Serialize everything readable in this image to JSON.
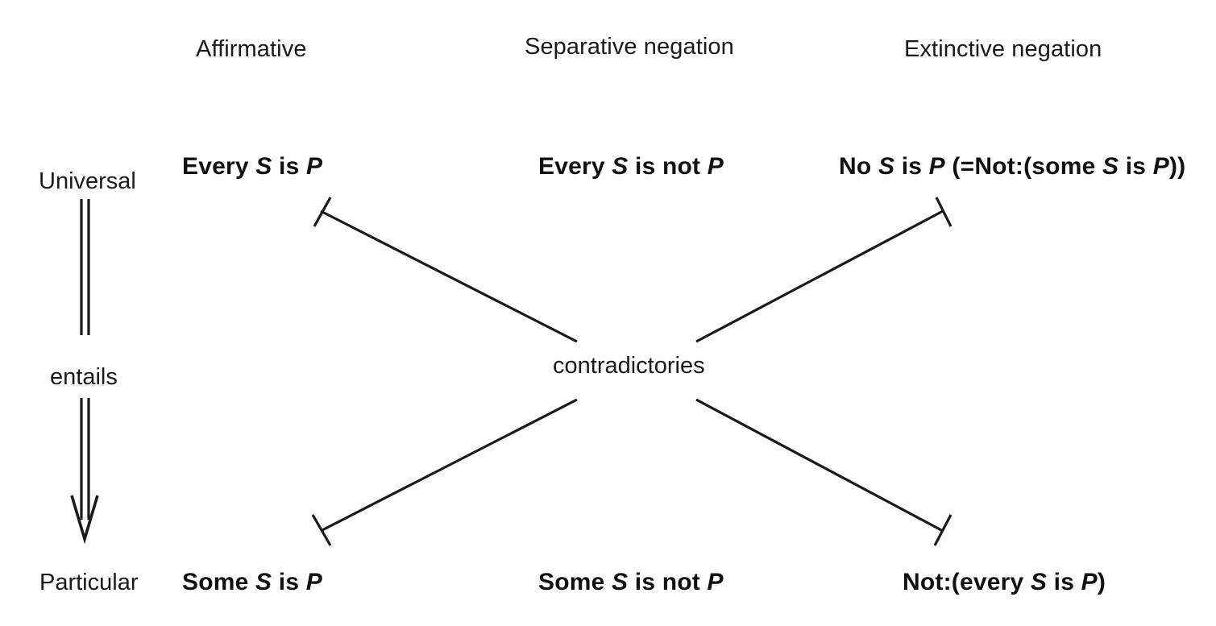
{
  "diagram": {
    "title_columns": [
      {
        "key": "affirmative",
        "label": "Affirmative"
      },
      {
        "key": "separative",
        "label": "Separative negation"
      },
      {
        "key": "extinctive",
        "label": "Extinctive negation"
      }
    ],
    "row_labels": {
      "top": "Universal",
      "relation": "entails",
      "bottom": "Particular"
    },
    "center_relation": "contradictories",
    "propositions": {
      "universal": [
        {
          "key": "every-s-is-p",
          "parts": [
            {
              "text": "Every ",
              "italic": false
            },
            {
              "text": "S",
              "italic": true
            },
            {
              "text": " is ",
              "italic": false
            },
            {
              "text": "P",
              "italic": true
            }
          ],
          "plain": "Every S is P"
        },
        {
          "key": "every-s-is-not-p",
          "parts": [
            {
              "text": "Every ",
              "italic": false
            },
            {
              "text": "S",
              "italic": true
            },
            {
              "text": " is not ",
              "italic": false
            },
            {
              "text": "P",
              "italic": true
            }
          ],
          "plain": "Every S is not P"
        },
        {
          "key": "no-s-is-p",
          "parts": [
            {
              "text": "No ",
              "italic": false
            },
            {
              "text": "S",
              "italic": true
            },
            {
              "text": " is ",
              "italic": false
            },
            {
              "text": "P",
              "italic": true
            },
            {
              "text": " (=Not:(some ",
              "italic": false
            },
            {
              "text": "S",
              "italic": true
            },
            {
              "text": " is ",
              "italic": false
            },
            {
              "text": "P",
              "italic": true
            },
            {
              "text": "))",
              "italic": false
            }
          ],
          "plain": "No S is P (=Not:(some S is P))"
        }
      ],
      "particular": [
        {
          "key": "some-s-is-p",
          "parts": [
            {
              "text": "Some ",
              "italic": false
            },
            {
              "text": "S",
              "italic": true
            },
            {
              "text": " is ",
              "italic": false
            },
            {
              "text": "P",
              "italic": true
            }
          ],
          "plain": "Some S is P"
        },
        {
          "key": "some-s-is-not-p",
          "parts": [
            {
              "text": "Some ",
              "italic": false
            },
            {
              "text": "S",
              "italic": true
            },
            {
              "text": " is not ",
              "italic": false
            },
            {
              "text": "P",
              "italic": true
            }
          ],
          "plain": "Some S is not P"
        },
        {
          "key": "not-every-s-is-p",
          "parts": [
            {
              "text": "Not:(every ",
              "italic": false
            },
            {
              "text": "S",
              "italic": true
            },
            {
              "text": " is ",
              "italic": false
            },
            {
              "text": "P",
              "italic": true
            },
            {
              "text": ")",
              "italic": false
            }
          ],
          "plain": "Not:(every S is P)"
        }
      ]
    },
    "colors": {
      "ink": "#1a1a1a",
      "background": "#ffffff"
    }
  }
}
